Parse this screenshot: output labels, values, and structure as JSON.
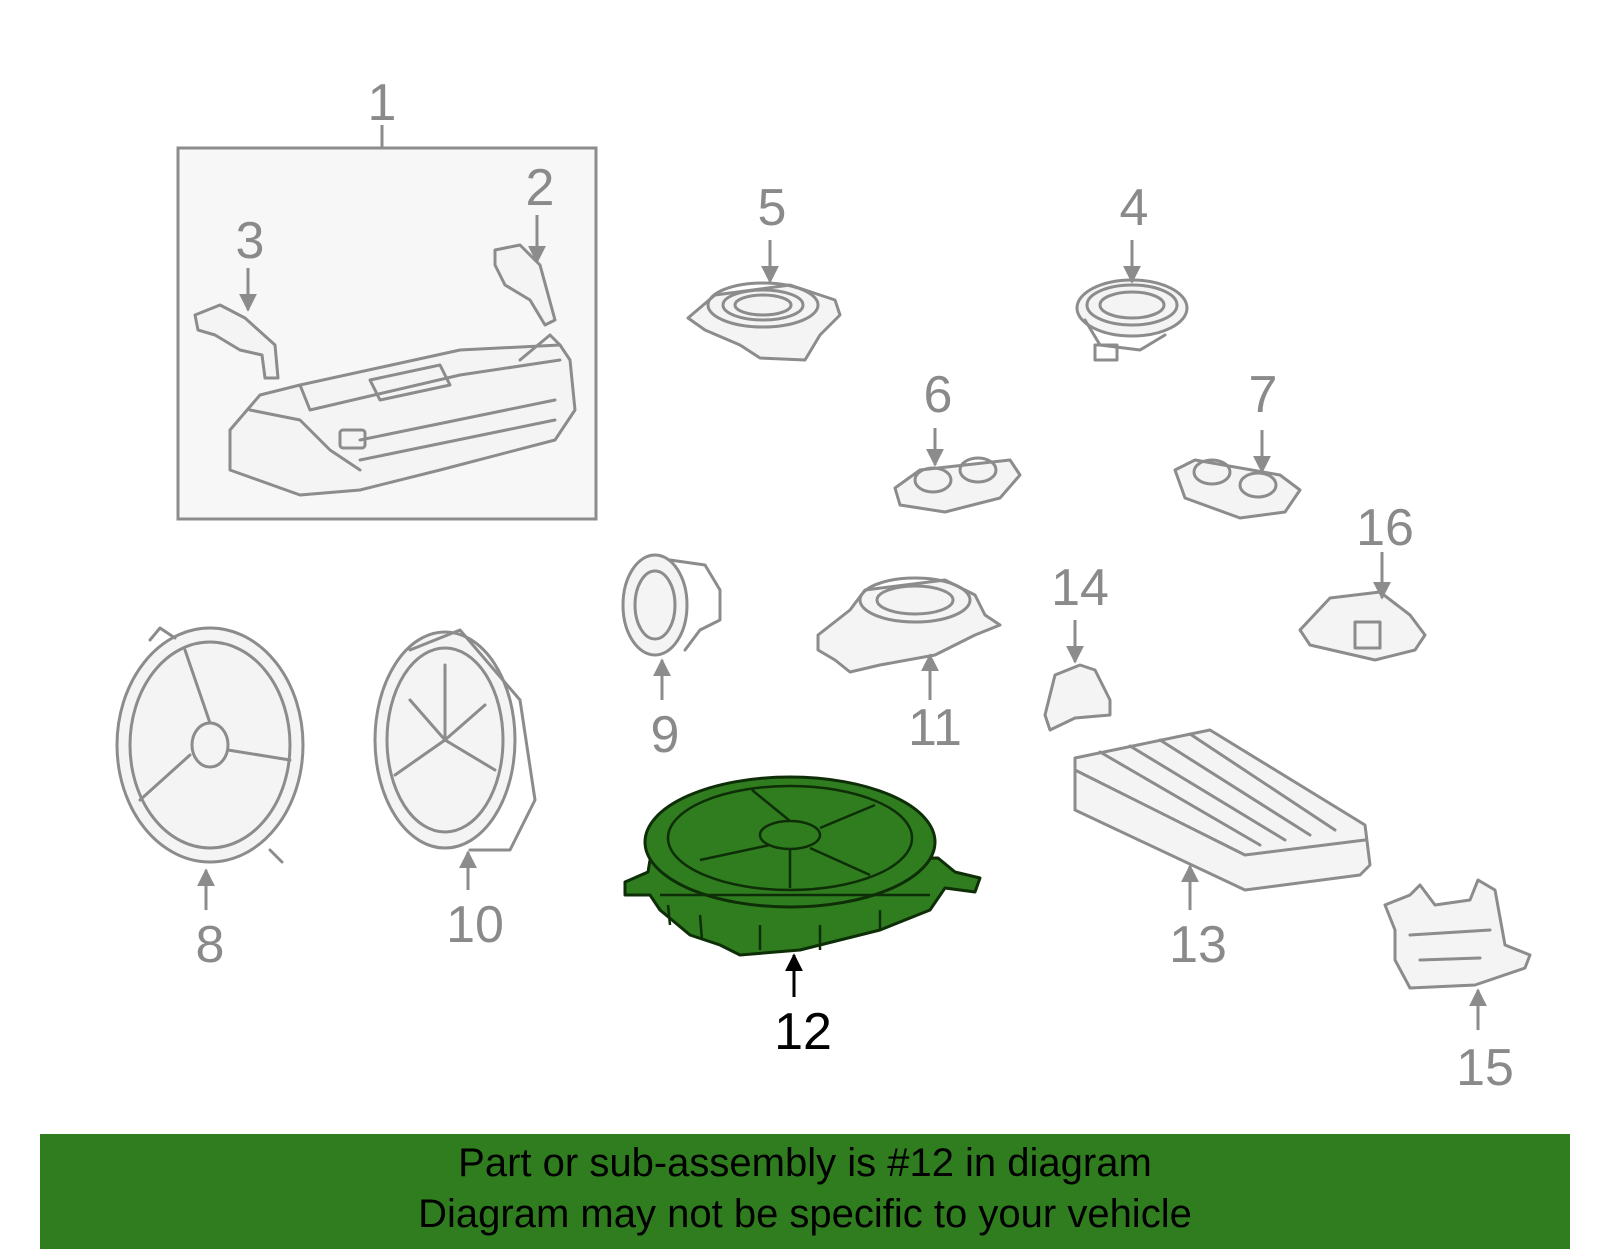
{
  "callouts": {
    "c1": "1",
    "c2": "2",
    "c3": "3",
    "c4": "4",
    "c5": "5",
    "c6": "6",
    "c7": "7",
    "c8": "8",
    "c9": "9",
    "c10": "10",
    "c11": "11",
    "c12": "12",
    "c13": "13",
    "c14": "14",
    "c15": "15",
    "c16": "16"
  },
  "highlighted_part": "12",
  "colors": {
    "highlight": "#2f7d1f",
    "footer": "#2f7d1f",
    "linework": "#8c8c8c"
  },
  "footer": {
    "line1": "Part or sub-assembly is #12 in diagram",
    "line2": "Diagram may not be specific to your vehicle"
  }
}
